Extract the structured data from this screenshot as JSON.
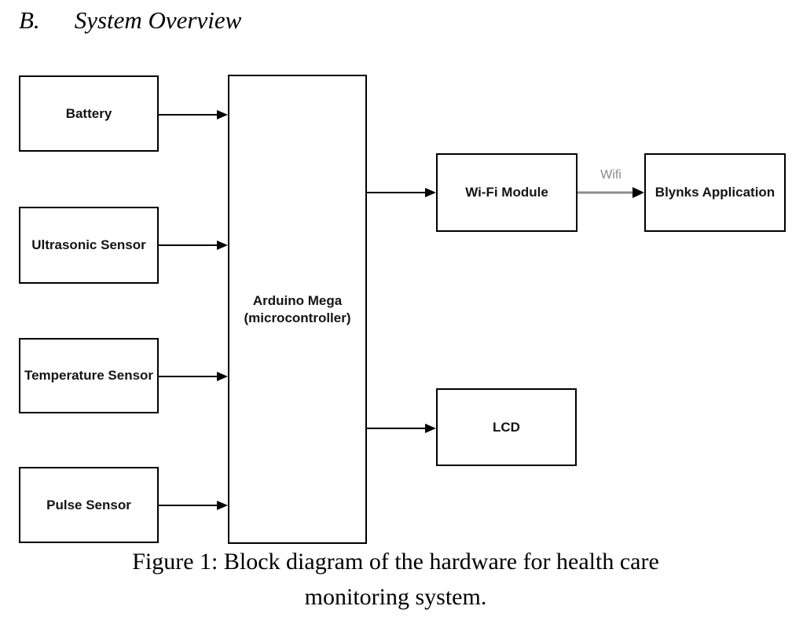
{
  "heading": {
    "number": "B.",
    "title": "System Overview"
  },
  "diagram": {
    "nodes": [
      {
        "id": "battery",
        "label": "Battery"
      },
      {
        "id": "ultrasonic",
        "label": "Ultrasonic Sensor"
      },
      {
        "id": "temperature",
        "label": "Temperature Sensor"
      },
      {
        "id": "pulse",
        "label": "Pulse Sensor"
      },
      {
        "id": "arduino",
        "label_line1": "Arduino Mega",
        "label_line2": "(microcontroller)"
      },
      {
        "id": "wifi",
        "label": "Wi-Fi Module"
      },
      {
        "id": "blynks",
        "label": "Blynks Application"
      },
      {
        "id": "lcd",
        "label": "LCD"
      }
    ],
    "edges": [
      {
        "from": "battery",
        "to": "arduino",
        "label": ""
      },
      {
        "from": "ultrasonic",
        "to": "arduino",
        "label": ""
      },
      {
        "from": "temperature",
        "to": "arduino",
        "label": ""
      },
      {
        "from": "pulse",
        "to": "arduino",
        "label": ""
      },
      {
        "from": "arduino",
        "to": "wifi",
        "label": ""
      },
      {
        "from": "arduino",
        "to": "lcd",
        "label": ""
      },
      {
        "from": "wifi",
        "to": "blynks",
        "label": "Wifi"
      }
    ],
    "colors": {
      "line": "#000000",
      "border": "#000000",
      "wifi_line": "#8c8c8c",
      "wifi_label_text": "#8a8a8a",
      "node_fill": "#ffffff",
      "node_text": "#141414"
    }
  },
  "caption": {
    "line1": "Figure 1: Block diagram of the hardware for health care",
    "line2": "monitoring system."
  }
}
